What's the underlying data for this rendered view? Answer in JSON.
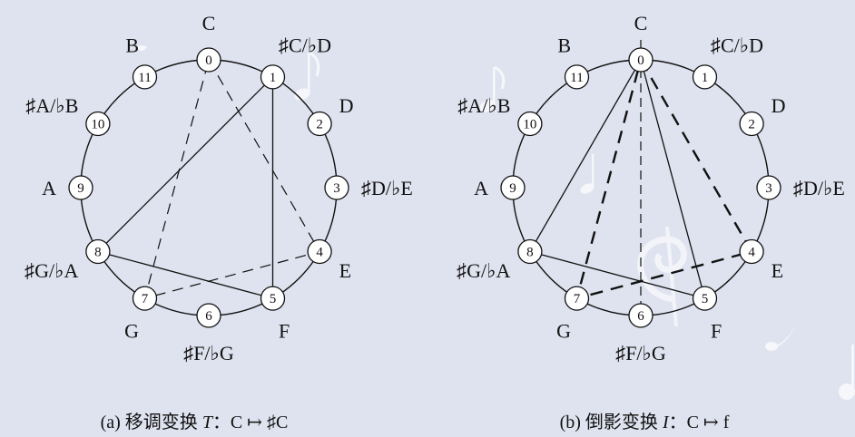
{
  "panels": [
    {
      "id": "a",
      "caption": {
        "prefix": "(a) 移调变换 ",
        "symbol": "T",
        "suffix": "：C ↦ ♯C"
      },
      "pitch_names": [
        "C",
        "♯C/♭D",
        "D",
        "♯D/♭E",
        "E",
        "F",
        "♯F/♭G",
        "G",
        "♯G/♭A",
        "A",
        "♯A/♭B",
        "B"
      ],
      "node_labels": [
        "0",
        "1",
        "2",
        "3",
        "4",
        "5",
        "6",
        "7",
        "8",
        "9",
        "10",
        "11"
      ],
      "triangles": [
        {
          "vertices": [
            0,
            4,
            7
          ],
          "style": "dashed"
        },
        {
          "vertices": [
            1,
            5,
            8
          ],
          "style": "solid"
        }
      ]
    },
    {
      "id": "b",
      "caption": {
        "prefix": "(b) 倒影变换 ",
        "symbol": "I",
        "suffix": "：C ↦ f"
      },
      "pitch_names": [
        "C",
        "♯C/♭D",
        "D",
        "♯D/♭E",
        "E",
        "F",
        "♯F/♭G",
        "G",
        "♯G/♭A",
        "A",
        "♯A/♭B",
        "B"
      ],
      "node_labels": [
        "0",
        "1",
        "2",
        "3",
        "4",
        "5",
        "6",
        "7",
        "8",
        "9",
        "10",
        "11"
      ],
      "triangles": [
        {
          "vertices": [
            0,
            4,
            7
          ],
          "style": "dashed-bold"
        },
        {
          "vertices": [
            0,
            5,
            8
          ],
          "style": "solid"
        }
      ],
      "axis": {
        "from": 0,
        "to": 6,
        "style": "dashed"
      }
    }
  ]
}
